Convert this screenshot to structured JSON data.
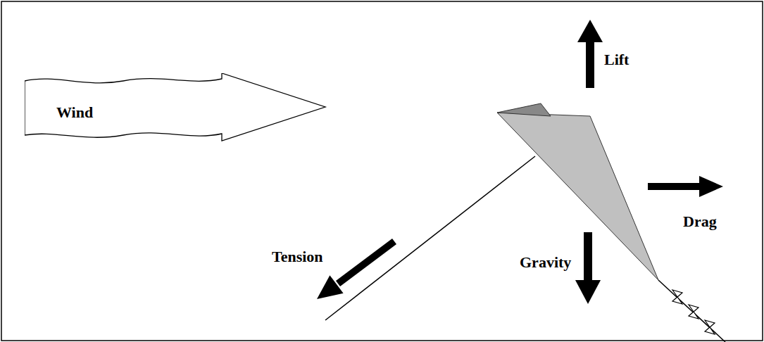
{
  "diagram": {
    "nodes": [
      {
        "text": [
          "Wind"
        ]
      }
    ],
    "labels": [
      "Lift",
      "Drag",
      "Tension",
      "Gravity"
    ]
  }
}
